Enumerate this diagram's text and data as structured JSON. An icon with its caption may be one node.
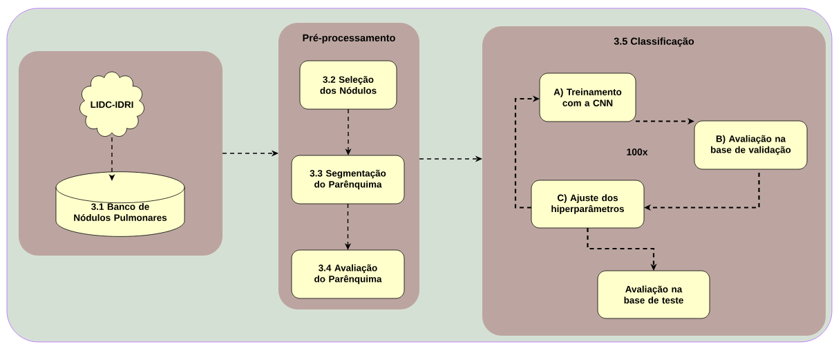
{
  "diagram": {
    "nodes": [
      {
        "text": [],
        "shape": "box"
      },
      {
        "text": [
          "LIDC-IDRI"
        ],
        "in": 0
      },
      {
        "text": [
          "3.1 Banco de Nódulos Pulmonares"
        ],
        "in": 0
      },
      {
        "text": [
          "Pré-processamento"
        ]
      },
      {
        "text": [
          "3.2 Seleção dos Nódulos"
        ],
        "in": 3
      },
      {
        "text": [
          "3.3 Segmentação do Parênquima"
        ],
        "in": 3
      },
      {
        "text": [
          "3.4 Avaliação do Parênquima"
        ],
        "in": 3
      },
      {
        "text": [
          "3.5 Classificação"
        ]
      },
      {
        "text": [
          "A) Treinamento com a CNN"
        ],
        "in": 7
      },
      {
        "text": [
          "B) Avaliação na base de validação"
        ],
        "in": 7
      },
      {
        "text": [
          "C) Ajuste dos hiperparâmetros"
        ],
        "in": 7
      },
      {
        "text": [
          "Avaliação na base de teste"
        ],
        "in": 7
      }
    ],
    "edges": [
      {
        "from": 1,
        "to": 2,
        "arrow": "to"
      },
      {
        "from": 0,
        "to": 3,
        "arrow": "to"
      },
      {
        "from": 4,
        "to": 5,
        "arrow": "to"
      },
      {
        "from": 5,
        "to": 6,
        "arrow": "to"
      },
      {
        "from": 3,
        "to": 7,
        "arrow": "to"
      },
      {
        "from": 8,
        "to": 9,
        "arrow": "to"
      },
      {
        "from": 9,
        "to": 10,
        "arrow": "to"
      },
      {
        "from": 10,
        "to": 8,
        "arrow": "to"
      },
      {
        "from": 10,
        "to": 11,
        "arrow": "to"
      }
    ],
    "labels": [
      "100x"
    ]
  }
}
